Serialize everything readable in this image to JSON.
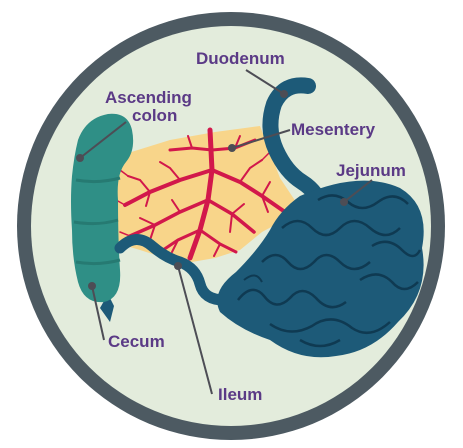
{
  "labels": {
    "duodenum": "Duodenum",
    "ascending_line1": "Ascending",
    "ascending_line2": "colon",
    "mesentery": "Mesentery",
    "jejunum": "Jejunum",
    "cecum": "Cecum",
    "ileum": "Ileum"
  },
  "colors": {
    "ring": "#4d5a62",
    "background": "#e3ecdc",
    "colon": "#2f8f86",
    "intestine": "#1d5a78",
    "intestine_dark": "#0f3a52",
    "mesentery": "#f8d58a",
    "vessels": "#d2184b",
    "label_text": "#5b3a86",
    "leader": "#4d4d55"
  }
}
